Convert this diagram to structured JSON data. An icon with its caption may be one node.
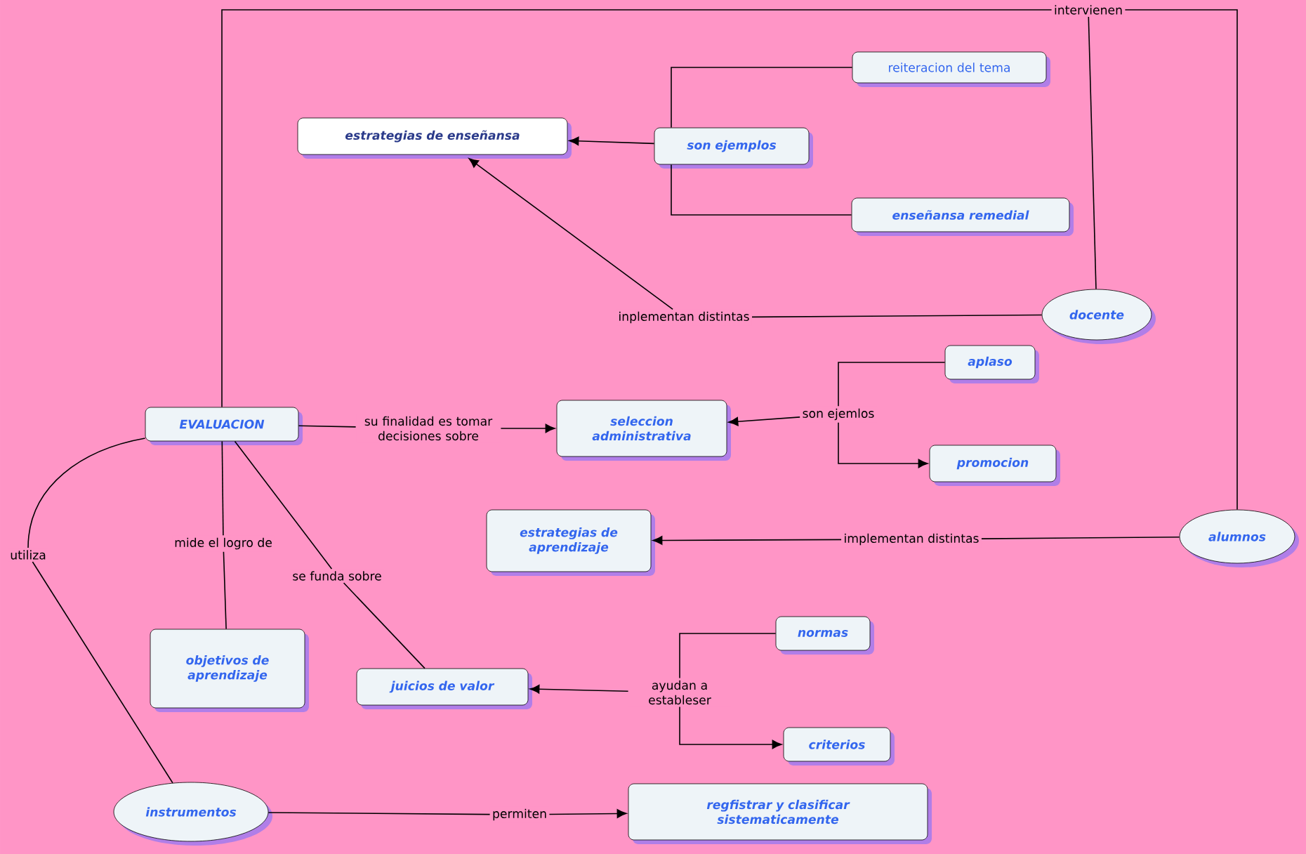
{
  "diagram": {
    "nodes": [
      {
        "text": [
          "EVALUACION"
        ]
      },
      {
        "text": [
          "estrategias de enseñansa"
        ]
      },
      {
        "text": [
          "son ejemplos"
        ]
      },
      {
        "text": [
          "reiteracion del tema"
        ]
      },
      {
        "text": [
          "enseñansa remedial"
        ]
      },
      {
        "text": [
          "docente"
        ]
      },
      {
        "text": [
          "alumnos"
        ]
      },
      {
        "text": [
          "seleccion administrativa"
        ]
      },
      {
        "text": [
          "aplaso"
        ]
      },
      {
        "text": [
          "promocion"
        ]
      },
      {
        "text": [
          "estrategias de aprendizaje"
        ]
      },
      {
        "text": [
          "objetivos de aprendizaje"
        ]
      },
      {
        "text": [
          "juicios de valor"
        ]
      },
      {
        "text": [
          "normas"
        ]
      },
      {
        "text": [
          "criterios"
        ]
      },
      {
        "text": [
          "instrumentos"
        ]
      },
      {
        "text": [
          "regfistrar y clasificar sistematicamente"
        ]
      },
      {
        "text": [
          "intervienen"
        ]
      },
      {
        "text": [
          "inplementan distintas"
        ]
      },
      {
        "text": [
          "su finalidad es tomar decisiones sobre"
        ]
      },
      {
        "text": [
          "son ejemlos"
        ]
      },
      {
        "text": [
          "implementan distintas"
        ]
      },
      {
        "text": [
          "mide el logro de"
        ]
      },
      {
        "text": [
          "se funda sobre"
        ]
      },
      {
        "text": [
          "utiliza"
        ]
      },
      {
        "text": [
          "ayudan a estableser"
        ]
      },
      {
        "text": [
          "permiten"
        ]
      }
    ],
    "edges": [
      {
        "from": 0,
        "to": 17,
        "arrow": "none"
      },
      {
        "from": 5,
        "to": 17,
        "arrow": "none"
      },
      {
        "from": 6,
        "to": 17,
        "arrow": "none"
      },
      {
        "from": 2,
        "to": 1,
        "arrow": "to"
      },
      {
        "from": 2,
        "to": 3,
        "arrow": "none"
      },
      {
        "from": 2,
        "to": 4,
        "arrow": "none"
      },
      {
        "from": 5,
        "to": 18,
        "arrow": "none"
      },
      {
        "from": 18,
        "to": 1,
        "arrow": "to"
      },
      {
        "from": 0,
        "to": 19,
        "arrow": "none"
      },
      {
        "from": 19,
        "to": 7,
        "arrow": "to"
      },
      {
        "from": 8,
        "to": 20,
        "arrow": "none"
      },
      {
        "from": 20,
        "to": 7,
        "arrow": "to"
      },
      {
        "from": 20,
        "to": 9,
        "arrow": "to"
      },
      {
        "from": 6,
        "to": 21,
        "arrow": "none"
      },
      {
        "from": 21,
        "to": 10,
        "arrow": "to"
      },
      {
        "from": 0,
        "to": 22,
        "arrow": "none"
      },
      {
        "from": 22,
        "to": 11,
        "arrow": "none"
      },
      {
        "from": 0,
        "to": 23,
        "arrow": "none"
      },
      {
        "from": 23,
        "to": 12,
        "arrow": "none"
      },
      {
        "from": 0,
        "to": 24,
        "arrow": "none"
      },
      {
        "from": 24,
        "to": 15,
        "arrow": "none"
      },
      {
        "from": 13,
        "to": 25,
        "arrow": "none"
      },
      {
        "from": 25,
        "to": 12,
        "arrow": "to"
      },
      {
        "from": 25,
        "to": 14,
        "arrow": "to"
      },
      {
        "from": 15,
        "to": 26,
        "arrow": "none"
      },
      {
        "from": 26,
        "to": 16,
        "arrow": "to"
      }
    ]
  }
}
